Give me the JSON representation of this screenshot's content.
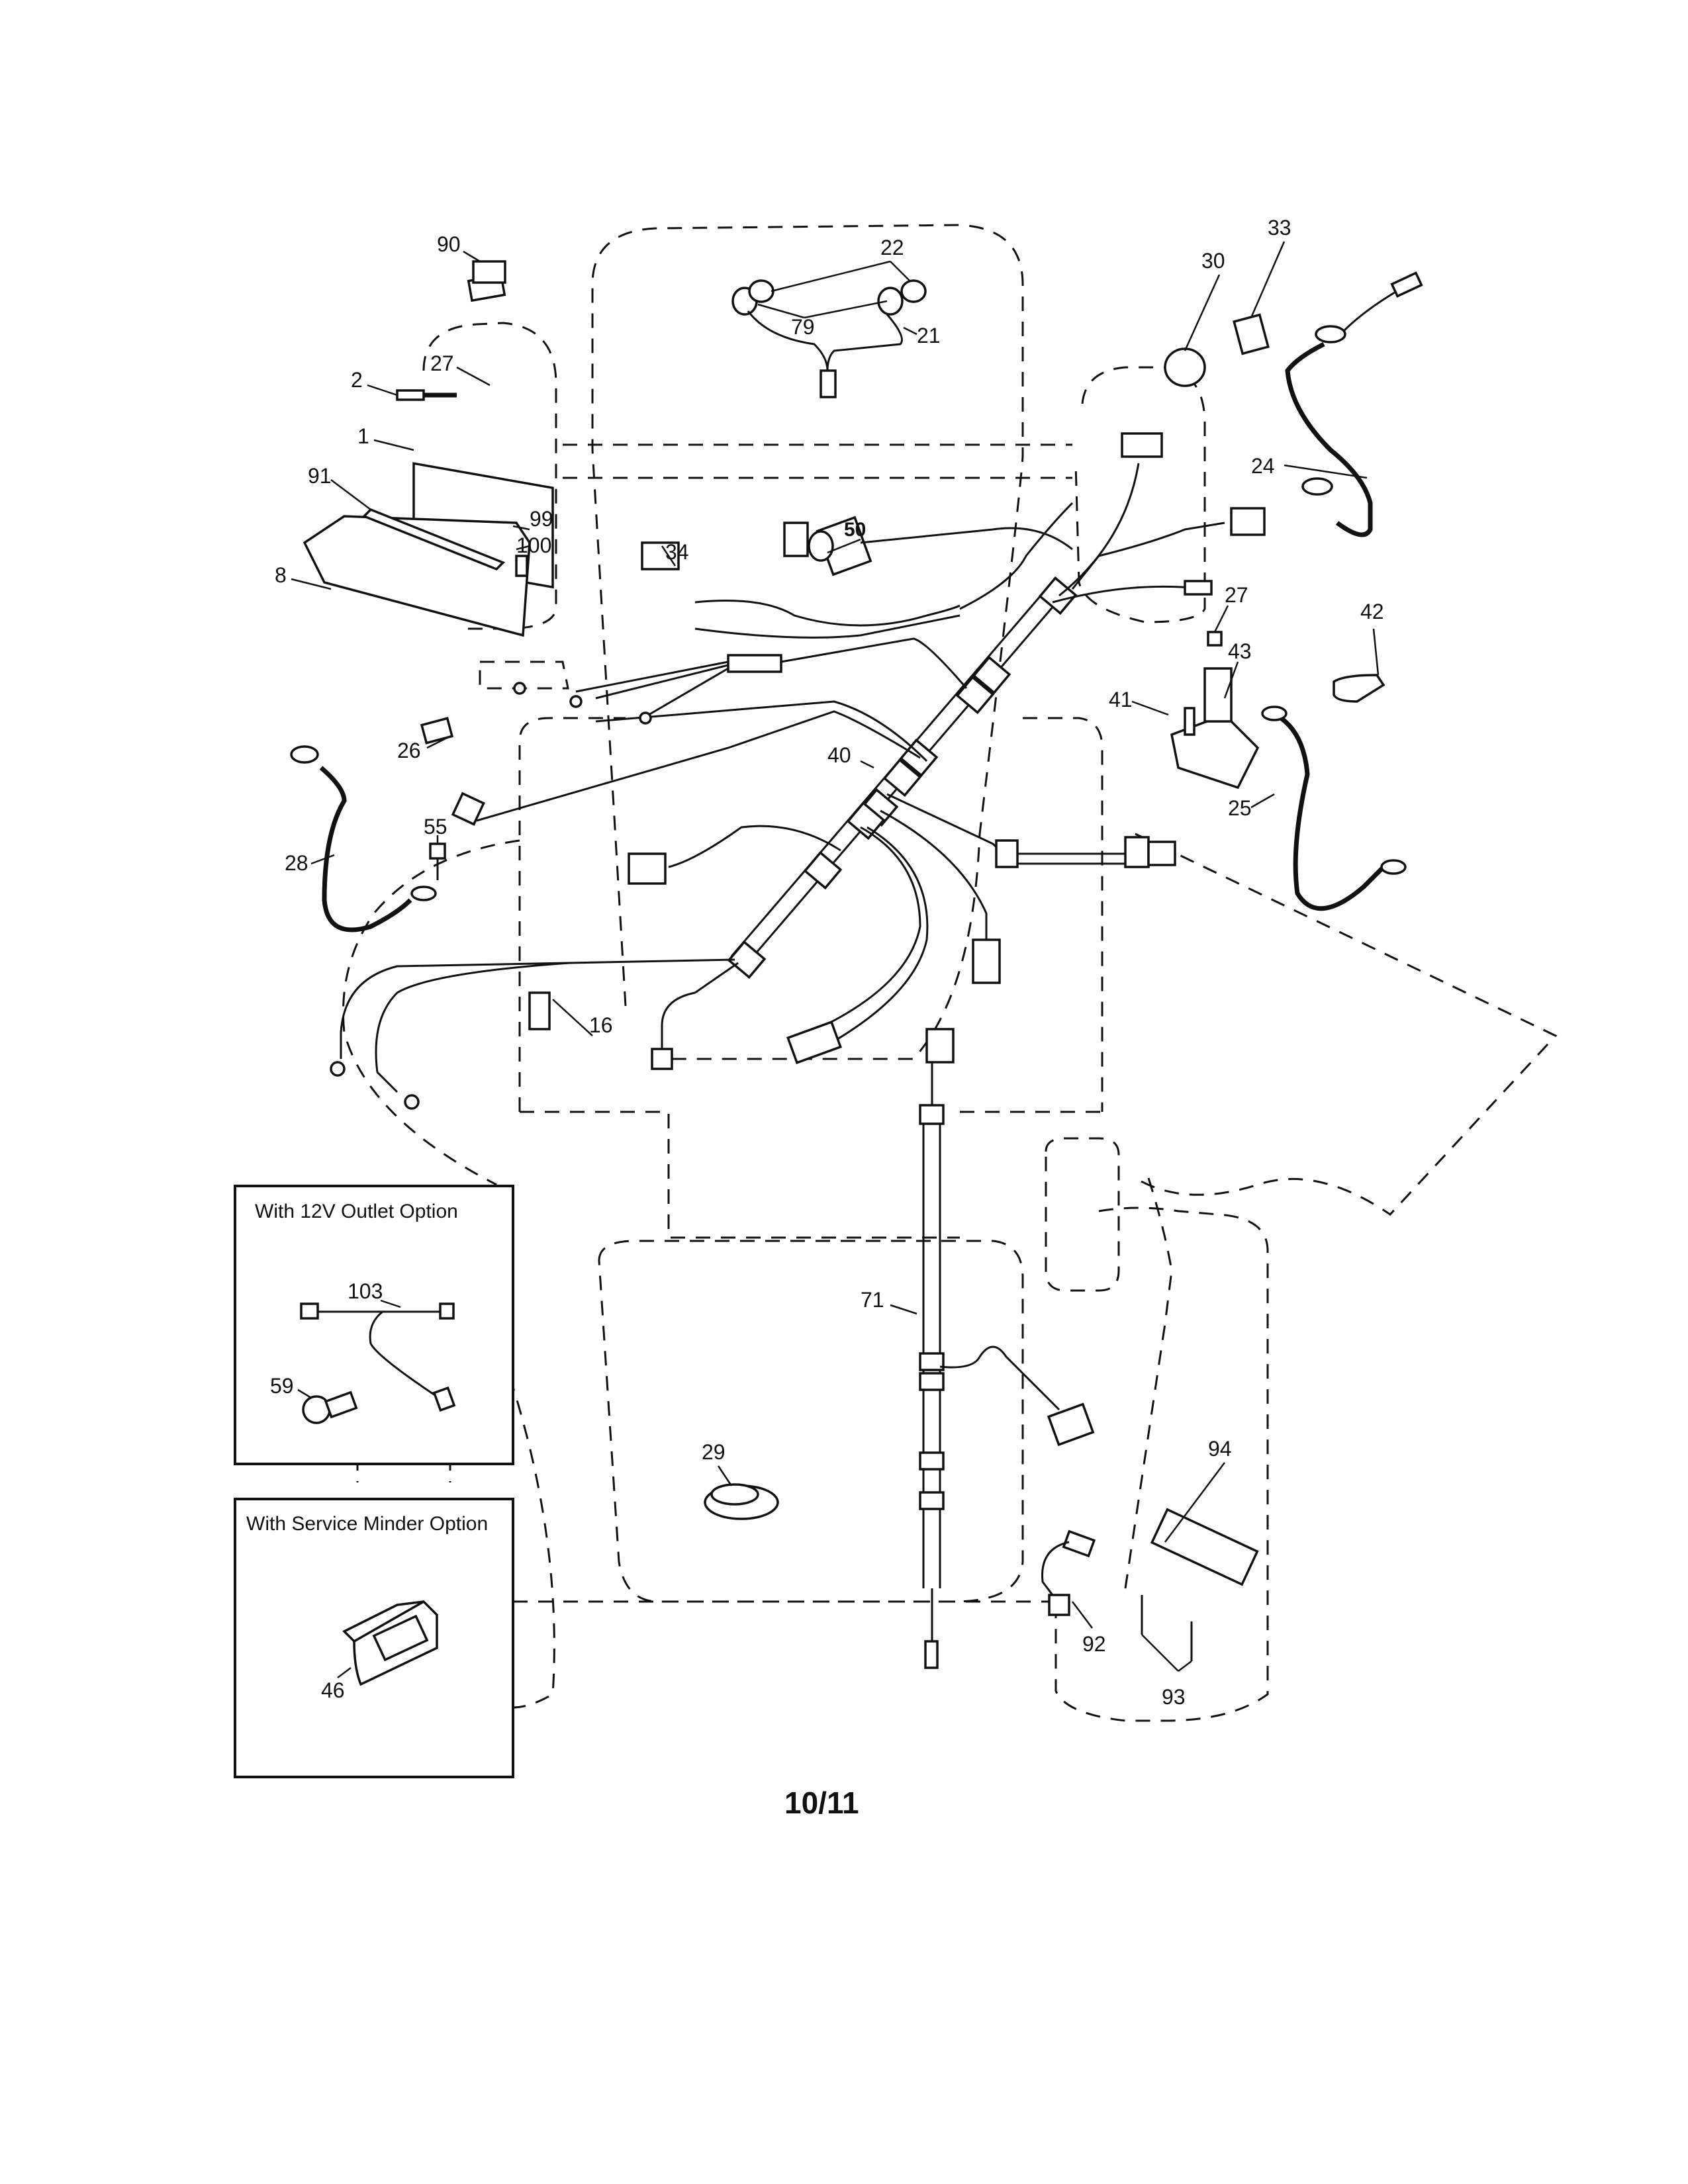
{
  "diagram": {
    "type": "parts-exploded-wiring-diagram",
    "page_number": "10/11",
    "inset_12v": {
      "title": "With 12V Outlet Option",
      "callouts": [
        "103",
        "59"
      ]
    },
    "inset_service": {
      "title": "With Service Minder Option",
      "callouts": [
        "46"
      ]
    },
    "callouts": {
      "c90": "90",
      "c2": "2",
      "c27a": "27",
      "c1": "1",
      "c91": "91",
      "c99": "99",
      "c100": "100",
      "c8": "8",
      "c22": "22",
      "c79": "79",
      "c21": "21",
      "c30": "30",
      "c33": "33",
      "c24": "24",
      "c34": "34",
      "c50": "50",
      "c27b": "27",
      "c42": "42",
      "c41": "41",
      "c43": "43",
      "c25": "25",
      "c26": "26",
      "c40": "40",
      "c28": "28",
      "c55": "55",
      "c16": "16",
      "c71": "71",
      "c29": "29",
      "c94": "94",
      "c92": "92",
      "c93": "93",
      "c103": "103",
      "c59": "59",
      "c46": "46"
    }
  }
}
